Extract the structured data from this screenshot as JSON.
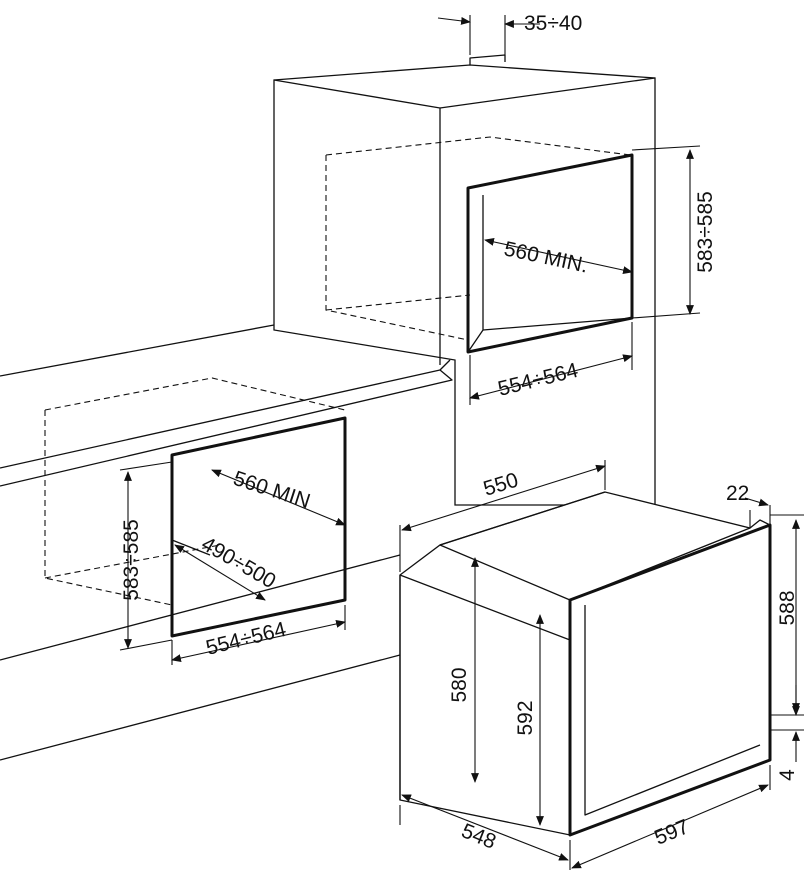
{
  "diagram": {
    "colors": {
      "line": "#111111",
      "background": "#ffffff"
    },
    "dimensions": {
      "top_gap": "35÷40",
      "wall_niche_height": "583÷585",
      "wall_niche_depth": "560 MIN.",
      "wall_niche_width": "554÷564",
      "counter_niche_height": "583÷585",
      "counter_niche_depth": "560 MIN",
      "counter_niche_diagonal": "490÷500",
      "counter_niche_width": "554÷564",
      "oven_depth_top": "550",
      "oven_front_offset": "22",
      "oven_body_height": "580",
      "oven_front_height": "592",
      "oven_side_height": "588",
      "oven_bottom_offset": "4",
      "oven_base_depth": "548",
      "oven_width": "597"
    }
  }
}
